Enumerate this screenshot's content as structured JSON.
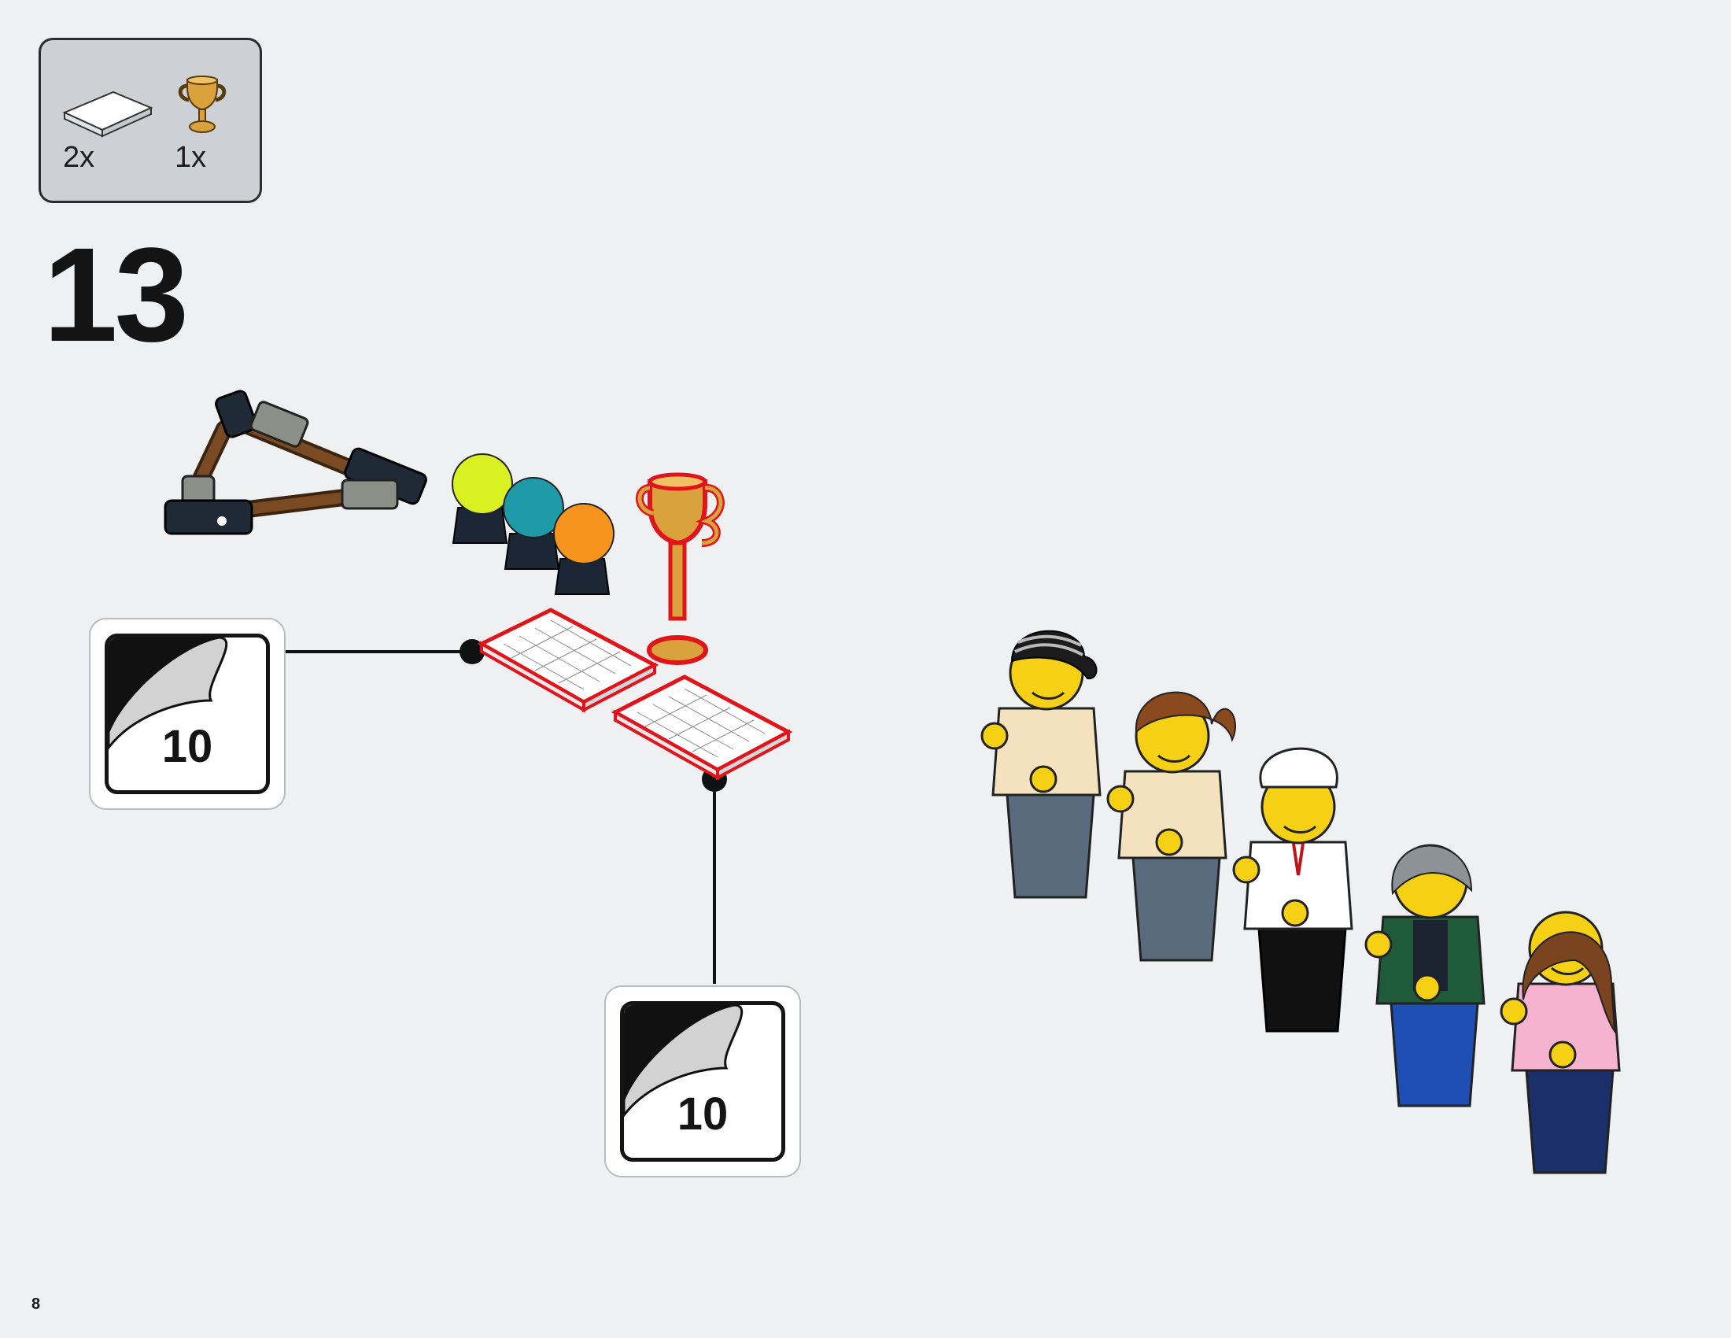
{
  "parts_list": {
    "items": [
      {
        "icon": "white-tile-icon",
        "quantity": "2x"
      },
      {
        "icon": "gold-trophy-icon",
        "quantity": "1x"
      }
    ]
  },
  "step": {
    "number": "13"
  },
  "stickers": [
    {
      "number": "10"
    },
    {
      "number": "10"
    }
  ],
  "page": {
    "number": "8"
  },
  "colors": {
    "background": "#eef0f2",
    "parts_box": "#cdd1d5",
    "highlight": "#e1141b",
    "trophy": "#d9a23c",
    "ball_lime": "#d9f022",
    "ball_teal": "#1f9aa8",
    "ball_orange": "#f7941d",
    "minifig_yellow": "#f5d015"
  }
}
